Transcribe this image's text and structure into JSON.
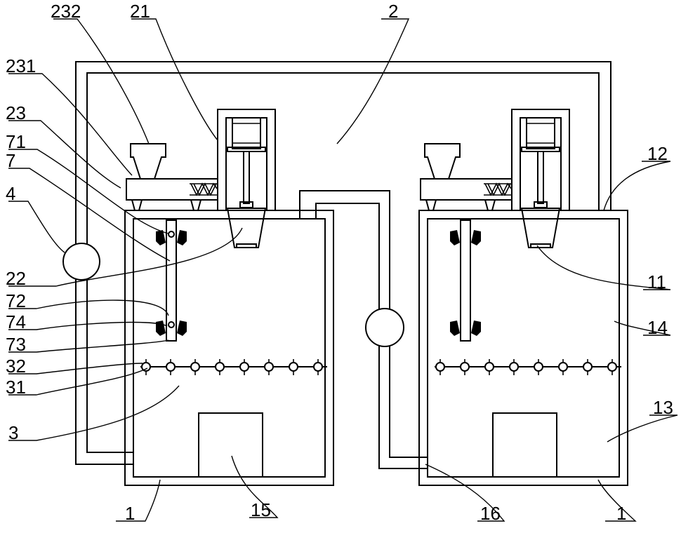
{
  "labels": {
    "l232": "232",
    "l21": "21",
    "l2": "2",
    "l231": "231",
    "l23": "23",
    "l71": "71",
    "l7": "7",
    "l4": "4",
    "l12": "12",
    "l22": "22",
    "l72": "72",
    "l74": "74",
    "l73": "73",
    "l32": "32",
    "l31": "31",
    "l3": "3",
    "l11": "11",
    "l14": "14",
    "l13": "13",
    "l1a": "1",
    "l15": "15",
    "l16": "16",
    "l1b": "1"
  }
}
